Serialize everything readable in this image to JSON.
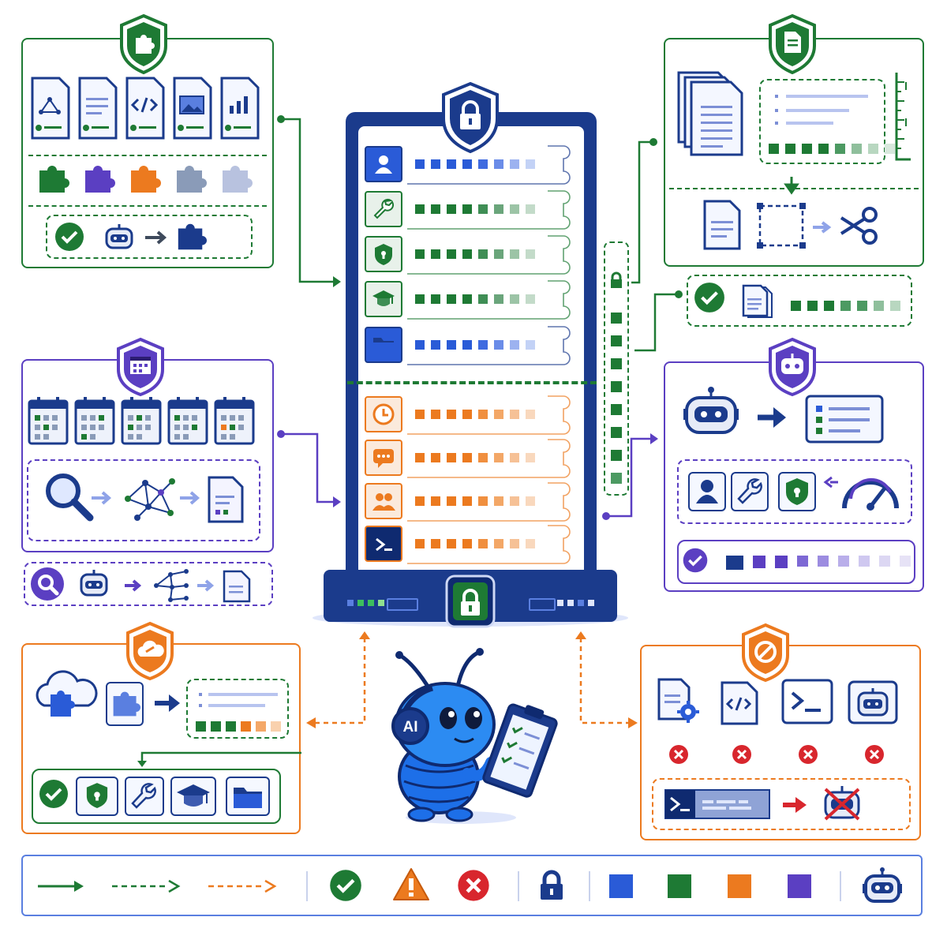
{
  "colors": {
    "navy": "#1b3b8c",
    "blue": "#2a5bd7",
    "green": "#1e7a34",
    "orange": "#ec7a1f",
    "purple": "#5b3fc2",
    "red": "#d8262d",
    "yellow": "#f2a81d"
  },
  "server": {
    "slots": [
      {
        "icon": "user-icon",
        "color": "blue"
      },
      {
        "icon": "wrench-icon",
        "color": "green"
      },
      {
        "icon": "shield-icon",
        "color": "green"
      },
      {
        "icon": "graduation-cap-icon",
        "color": "green"
      },
      {
        "icon": "folder-icon",
        "color": "blue"
      },
      {
        "icon": "clock-icon",
        "color": "orange"
      },
      {
        "icon": "chat-icon",
        "color": "orange"
      },
      {
        "icon": "users-icon",
        "color": "orange"
      },
      {
        "icon": "terminal-icon",
        "color": "orange"
      }
    ]
  },
  "mascot": {
    "badge": "AI"
  },
  "legend": {
    "items": [
      "solid-arrow-icon",
      "dashed-arrow-icon",
      "orange-dashed-arrow-icon",
      "check-icon",
      "warning-icon",
      "error-icon",
      "lock-icon",
      "blue-square",
      "green-square",
      "orange-square",
      "purple-square",
      "robot-icon"
    ]
  }
}
